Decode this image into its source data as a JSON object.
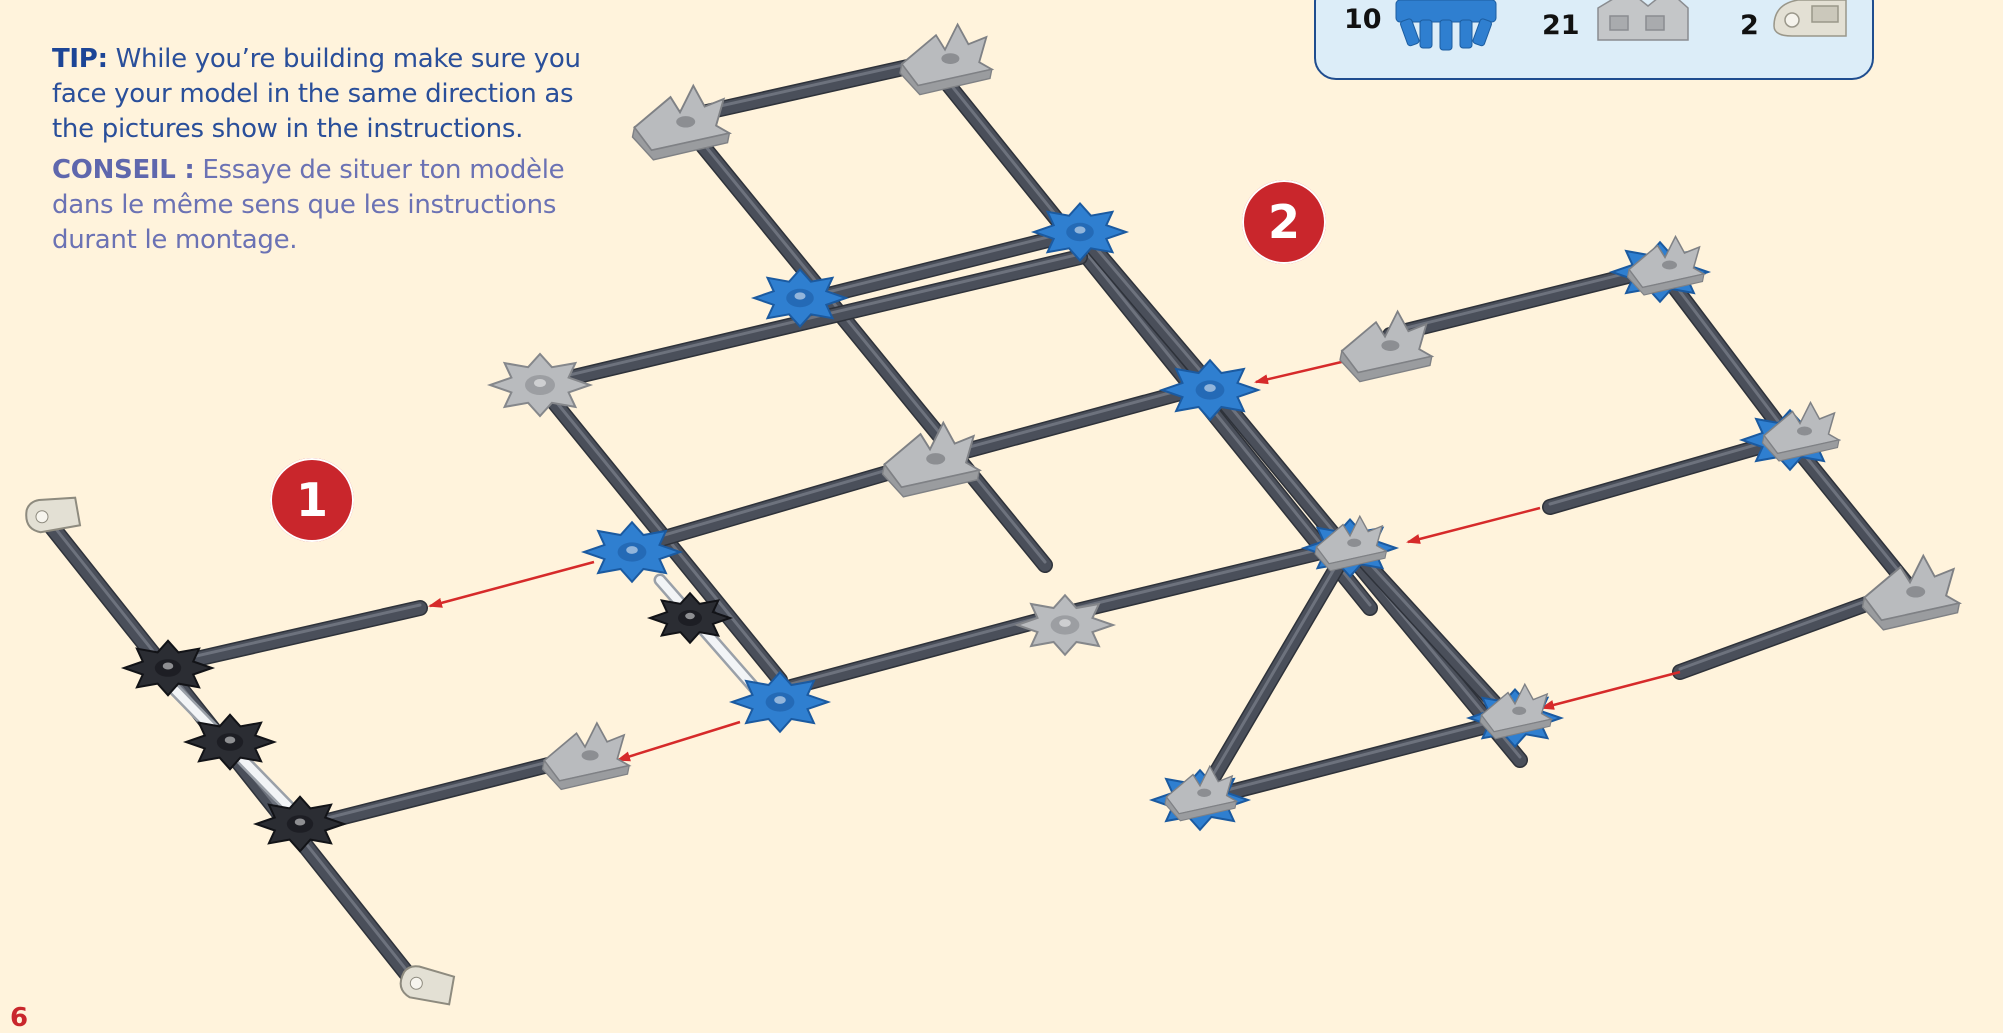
{
  "tip": {
    "en_label": "TIP:",
    "en_text": " While you’re building make sure you face your model in the same direction as the pictures show in the instructions.",
    "fr_label": "CONSEIL :",
    "fr_text": " Essaye de situer ton modèle dans le même sens que les instructions durant le montage."
  },
  "parts_legend": {
    "counts": [
      "10",
      "21",
      "2"
    ],
    "icons": [
      "blue-connector-icon",
      "gray-half-connector-icon",
      "white-clip-icon"
    ]
  },
  "steps": [
    "1",
    "2"
  ],
  "page_number": "6",
  "colors": {
    "background": "#fff3dc",
    "rod": "#4a4f5a",
    "blue_connector": "#2f7fd0",
    "gray_connector": "#b9bbbe",
    "black_connector": "#2b2d33",
    "arrow": "#d62a2a",
    "step_badge": "#c9262c"
  }
}
